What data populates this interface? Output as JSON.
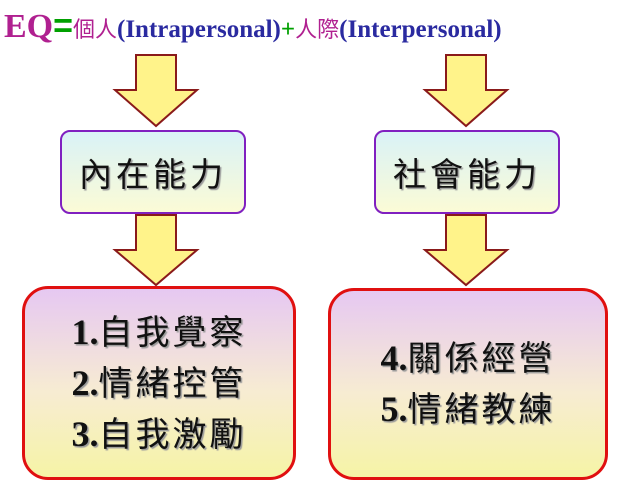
{
  "title": {
    "eq": "EQ",
    "equals": "=",
    "personal_cjk": "個人",
    "personal_en": "(Intrapersonal)",
    "plus": "+",
    "interpersonal_cjk": "人際",
    "interpersonal_en": "(Interpersonal)"
  },
  "left": {
    "header": "內在能力",
    "items": [
      {
        "num": "1.",
        "text": "自我覺察"
      },
      {
        "num": "2.",
        "text": "情緒控管"
      },
      {
        "num": "3.",
        "text": "自我激勵"
      }
    ]
  },
  "right": {
    "header": "社會能力",
    "items": [
      {
        "num": "4.",
        "text": "關係經營"
      },
      {
        "num": "5.",
        "text": "情緒教練"
      }
    ]
  },
  "colors": {
    "eq": "#b02090",
    "equals": "#00a000",
    "english": "#2a2aa0",
    "arrow_fill": "#fff38a",
    "arrow_stroke": "#8a1a1a",
    "top_box_border": "#8020c0",
    "bottom_box_border": "#e01010"
  }
}
